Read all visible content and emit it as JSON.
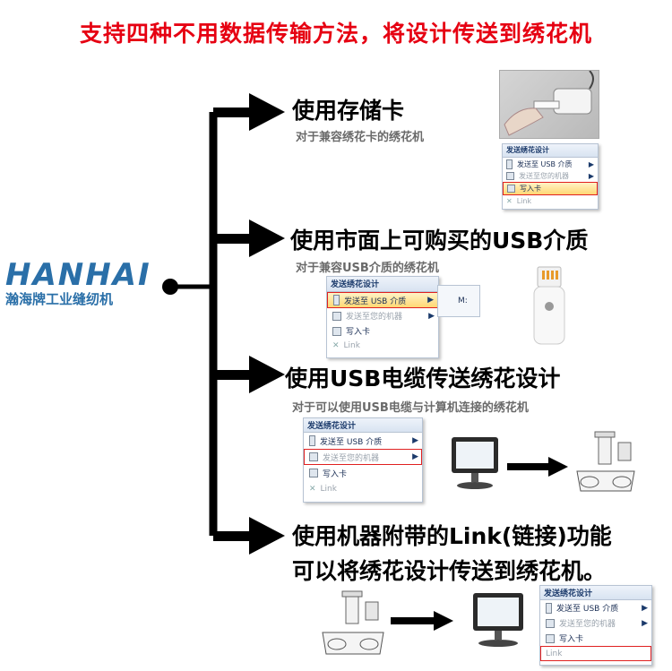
{
  "title": "支持四种不用数据传输方法，将设计传送到绣花机",
  "logo": {
    "mark": "HANHAI",
    "subtitle": "瀚海牌工业缝纫机"
  },
  "methods": [
    {
      "heading": "使用存储卡",
      "sub": "对于兼容绣花卡的绣花机"
    },
    {
      "heading": "使用市面上可购买的USB介质",
      "sub": "对于兼容USB介质的绣花机"
    },
    {
      "heading": "使用USB电缆传送绣花设计",
      "sub": "对于可以使用USB电缆与计算机连接的绣花机"
    },
    {
      "heading": "使用机器附带的Link(链接)功能",
      "heading2": "可以将绣花设计传送到绣花机。"
    }
  ],
  "menu": {
    "title": "发送绣花设计",
    "items": [
      "发送至 USB 介质",
      "发送至您的机器",
      "写入卡",
      "Link"
    ]
  },
  "menu_side_label": "M:",
  "colors": {
    "title": "#e60012",
    "logo": "#2a6fa8",
    "menu_title": "#1b3a6b",
    "highlight": "#ffd774"
  }
}
